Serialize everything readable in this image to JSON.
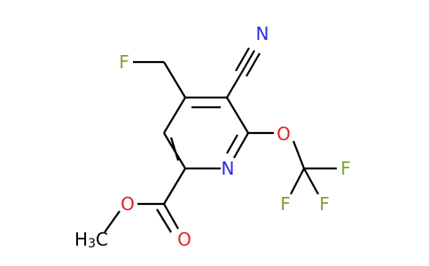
{
  "molecule": {
    "atoms": {
      "F_fluoromethyl": {
        "label": "F",
        "color": "#7fa32e"
      },
      "N_nitrile": {
        "label": "N",
        "color": "#2a2ae0"
      },
      "N_ring": {
        "label": "N",
        "color": "#2a2ae0"
      },
      "O_ether": {
        "label": "O",
        "color": "#e0241e"
      },
      "F_1": {
        "label": "F",
        "color": "#7fa32e"
      },
      "F_2": {
        "label": "F",
        "color": "#7fa32e"
      },
      "F_3": {
        "label": "F",
        "color": "#7fa32e"
      },
      "O_ester": {
        "label": "O",
        "color": "#e0241e"
      },
      "O_carbonyl": {
        "label": "O",
        "color": "#e0241e"
      },
      "methyl": {
        "main": "H",
        "sub": "3",
        "tail": "C",
        "color": "#000000"
      }
    }
  }
}
